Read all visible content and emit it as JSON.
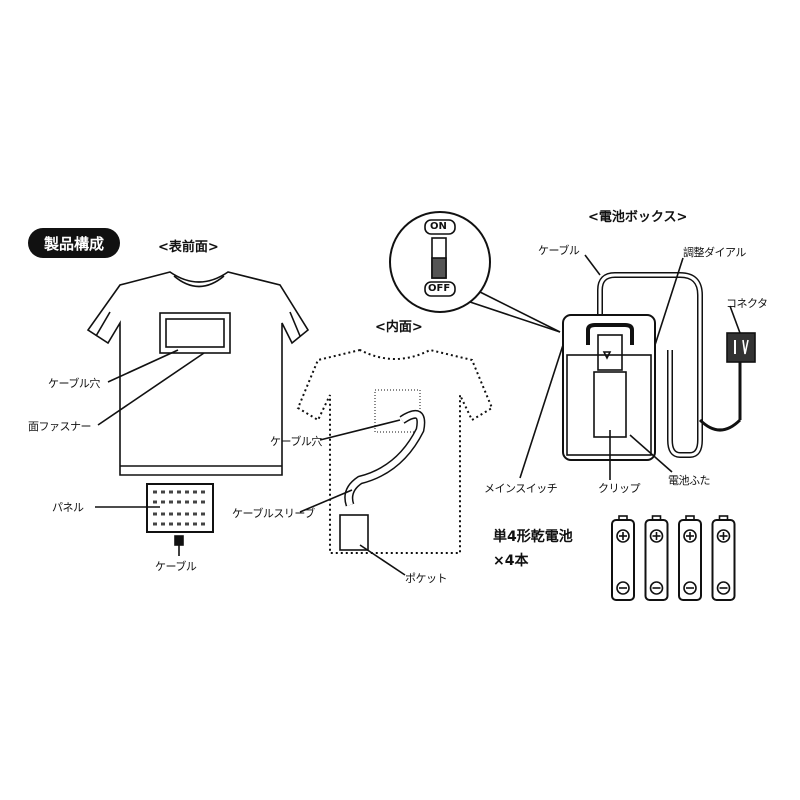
{
  "title": "製品構成",
  "front": {
    "heading": "<表前面>",
    "cable_hole": "ケーブル穴",
    "fastener": "面ファスナー",
    "panel": "パネル",
    "cable": "ケーブル"
  },
  "inside": {
    "heading": "<内面>",
    "cable_hole": "ケーブル穴",
    "sleeve": "ケーブルスリーブ",
    "pocket": "ポケット"
  },
  "switch": {
    "on": "ON",
    "off": "OFF"
  },
  "battery_box": {
    "heading": "<電池ボックス>",
    "cable": "ケーブル",
    "dial": "調整ダイアル",
    "connector": "コネクタ",
    "main_switch": "メインスイッチ",
    "clip": "クリップ",
    "lid": "電池ふた"
  },
  "batteries": {
    "line1": "単4形乾電池",
    "line2": "×4本",
    "count": 4
  }
}
